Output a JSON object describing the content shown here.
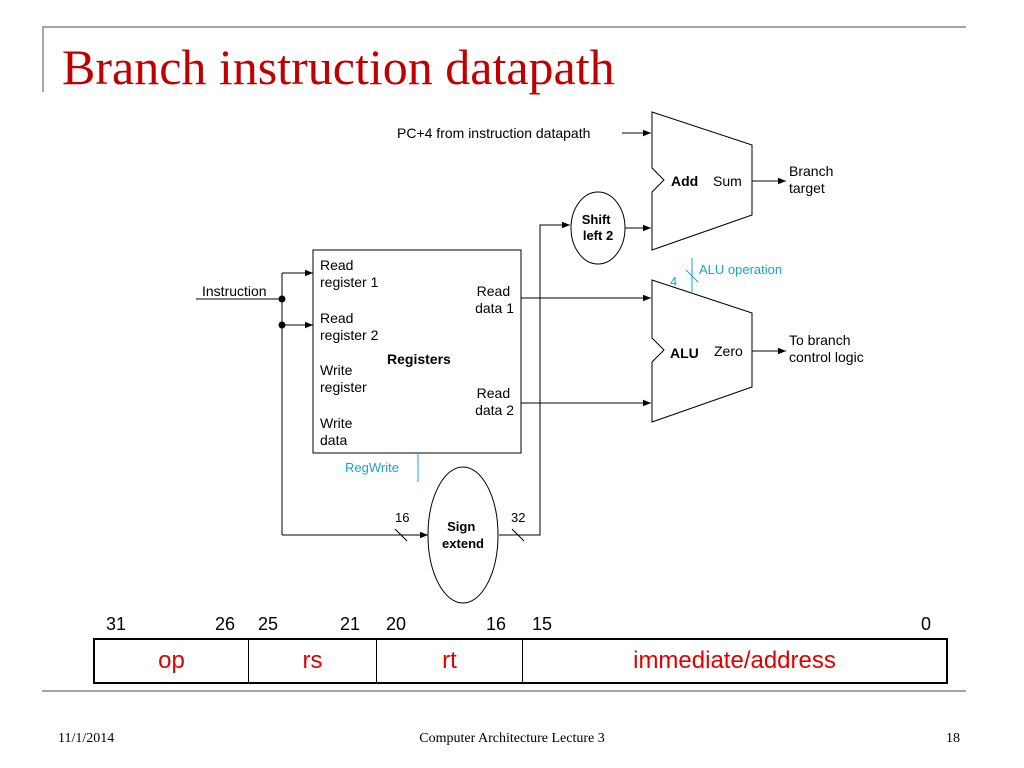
{
  "slide": {
    "title": "Branch instruction datapath",
    "footer_date": "11/1/2014",
    "footer_center": "Computer Architecture Lecture 3",
    "footer_page": "18"
  },
  "diagram": {
    "pc_plus4": "PC+4 from instruction datapath",
    "adder_label": "Add",
    "adder_sum": "Sum",
    "branch_target": [
      "Branch",
      "target"
    ],
    "shift": [
      "Shift",
      "left 2"
    ],
    "instruction": "Instruction",
    "registers": {
      "title": "Registers",
      "read_reg1": [
        "Read",
        "register 1"
      ],
      "read_reg2": [
        "Read",
        "register 2"
      ],
      "write_reg": [
        "Write",
        "register"
      ],
      "write_data": [
        "Write",
        "data"
      ],
      "read_data1": [
        "Read",
        "data 1"
      ],
      "read_data2": [
        "Read",
        "data 2"
      ]
    },
    "alu_operation": "ALU operation",
    "alu_op_bits": "4",
    "alu_label": "ALU",
    "alu_zero": "Zero",
    "to_branch": [
      "To branch",
      "control logic"
    ],
    "regwrite": "RegWrite",
    "sign_extend": [
      "Sign",
      "extend"
    ],
    "in_bits": "16",
    "out_bits": "32",
    "colors": {
      "control": "#1ba1d8",
      "title": "#c00000",
      "field_text": "#e00000"
    }
  },
  "instruction_format": {
    "fields": [
      {
        "name": "op",
        "hi": "31",
        "lo": "26"
      },
      {
        "name": "rs",
        "hi": "25",
        "lo": "21"
      },
      {
        "name": "rt",
        "hi": "20",
        "lo": "16"
      },
      {
        "name": "immediate/address",
        "hi": "15",
        "lo": "0"
      }
    ]
  }
}
